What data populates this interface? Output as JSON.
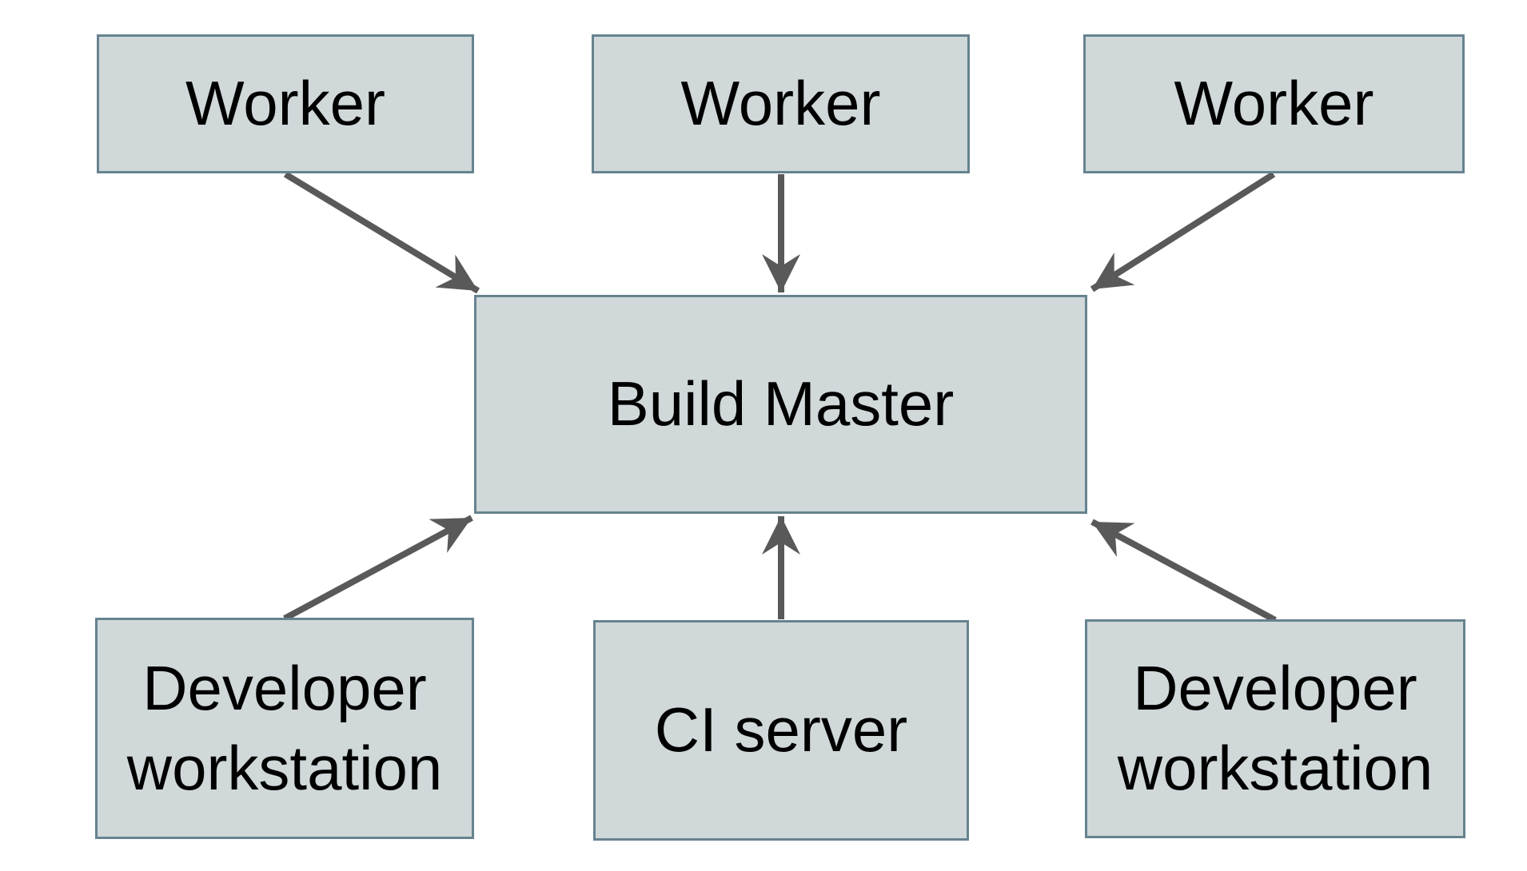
{
  "diagram": {
    "type": "flowchart",
    "nodes": [
      {
        "id": "worker-1",
        "label": "Worker"
      },
      {
        "id": "worker-2",
        "label": "Worker"
      },
      {
        "id": "worker-3",
        "label": "Worker"
      },
      {
        "id": "build-master",
        "label": "Build Master"
      },
      {
        "id": "dev-workstation-1",
        "label": "Developer workstation"
      },
      {
        "id": "ci-server",
        "label": "CI server"
      },
      {
        "id": "dev-workstation-2",
        "label": "Developer workstation"
      }
    ],
    "edges": [
      {
        "from": "worker-1",
        "to": "build-master"
      },
      {
        "from": "worker-2",
        "to": "build-master"
      },
      {
        "from": "worker-3",
        "to": "build-master"
      },
      {
        "from": "dev-workstation-1",
        "to": "build-master"
      },
      {
        "from": "ci-server",
        "to": "build-master"
      },
      {
        "from": "dev-workstation-2",
        "to": "build-master"
      }
    ],
    "colors": {
      "background": "#ffffff",
      "node_fill": "#d0d8da",
      "node_border": "#66838f",
      "arrow": "#595959",
      "text": "#000000"
    }
  }
}
